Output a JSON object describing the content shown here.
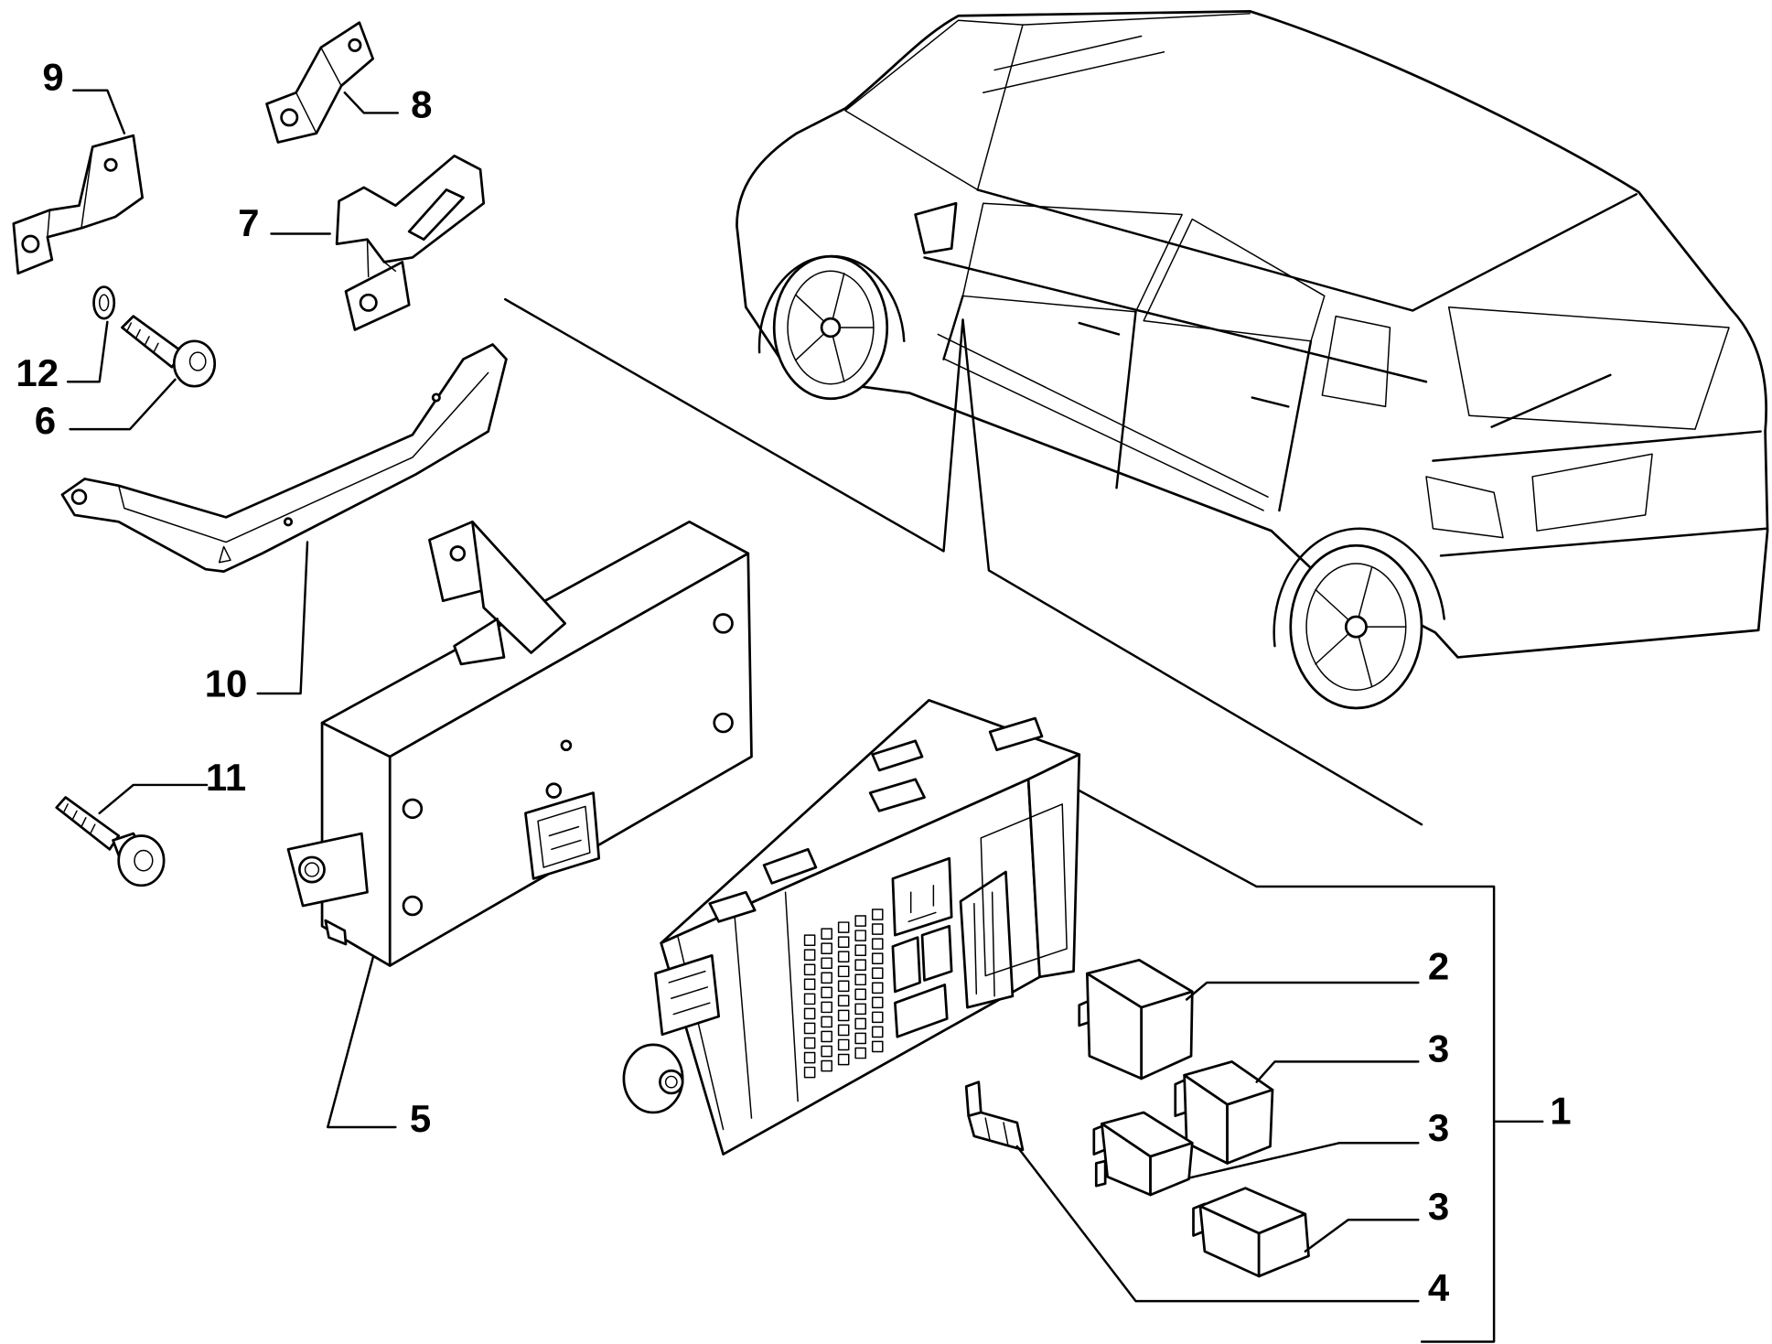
{
  "diagram": {
    "callouts": [
      "9",
      "8",
      "7",
      "12",
      "6",
      "10",
      "11",
      "5",
      "2",
      "3",
      "3",
      "3",
      "4",
      "1"
    ]
  },
  "colors": {
    "line": "#000000",
    "background": "#ffffff"
  }
}
